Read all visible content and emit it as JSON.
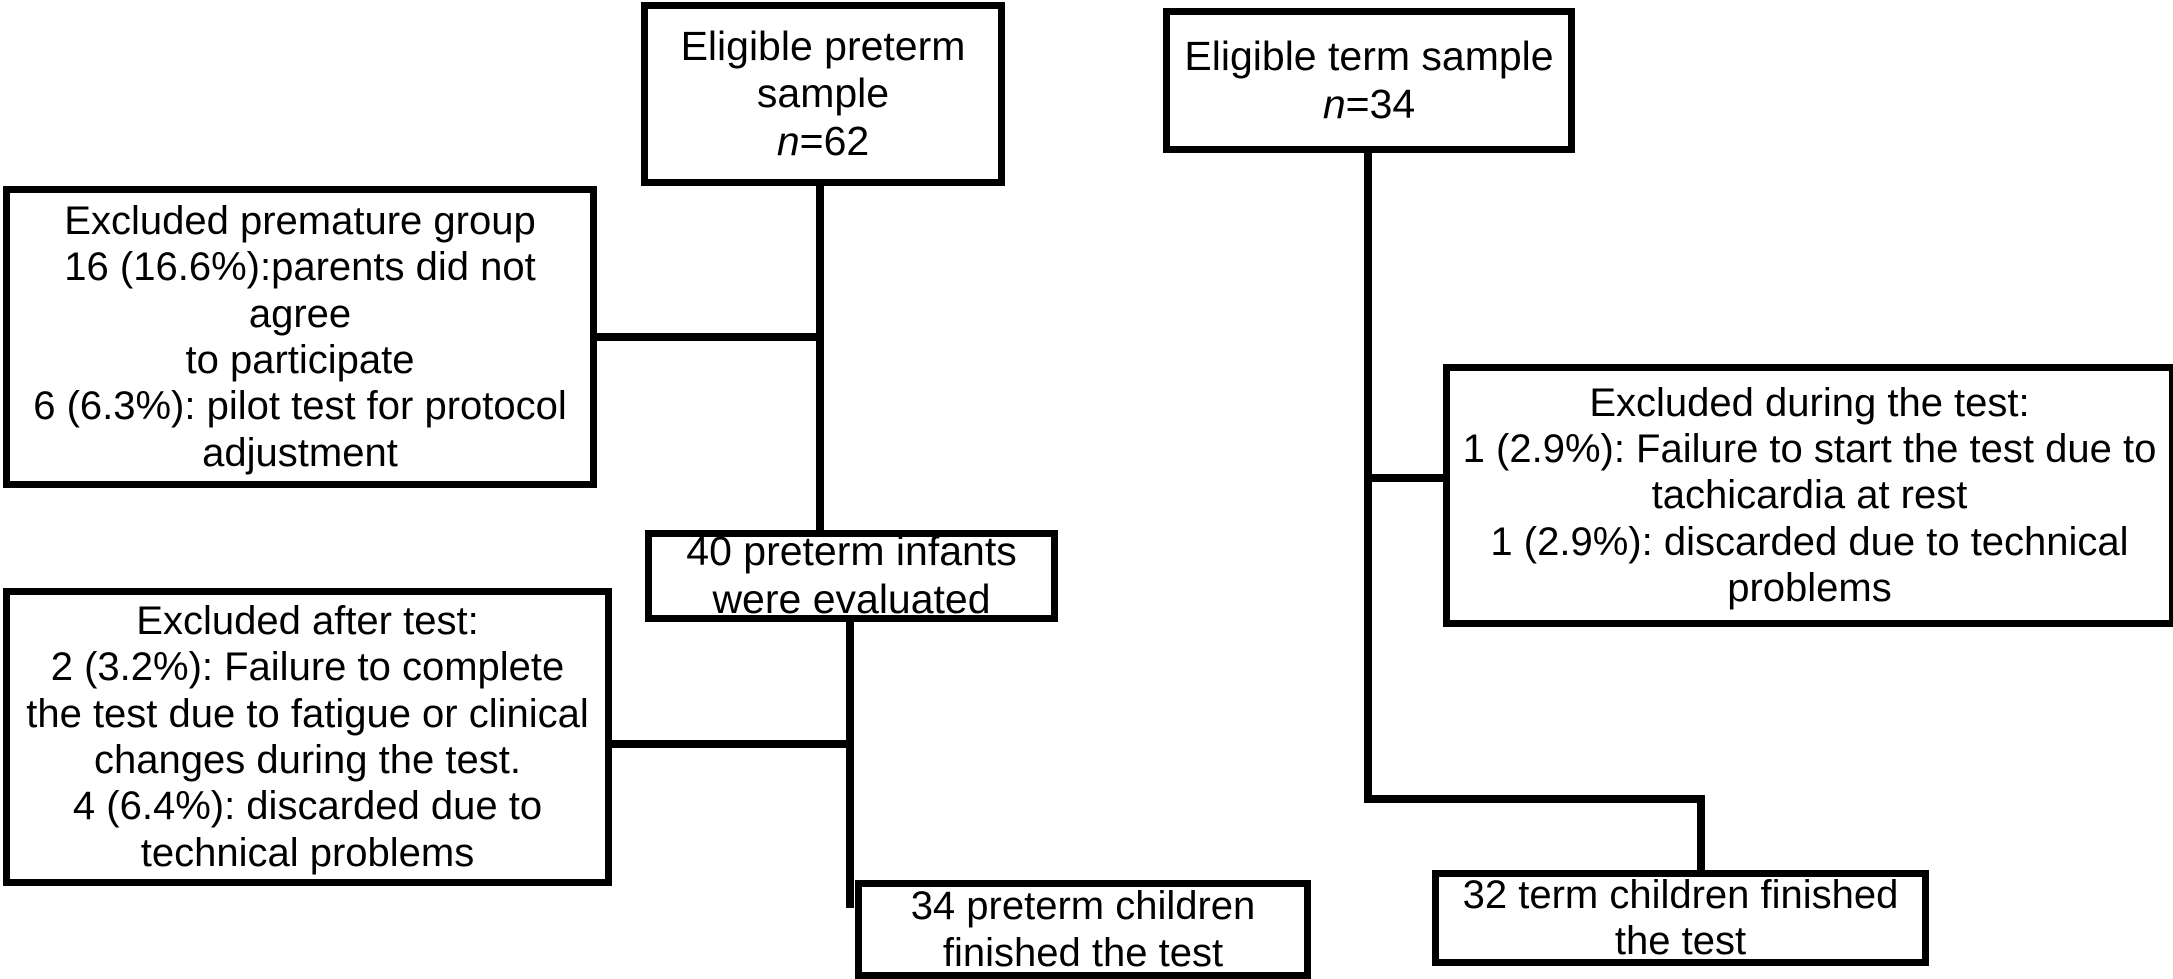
{
  "diagram": {
    "title": "Participant flow diagram",
    "type": "flowchart",
    "background_color": "#ffffff",
    "line_color": "#000000",
    "box_border_color": "#000000",
    "box_fill_color": "#ffffff"
  },
  "nodes": {
    "eligible_preterm": {
      "line1": "Eligible preterm",
      "line2": "sample",
      "n_prefix": "n",
      "n_value": "=62"
    },
    "eligible_term": {
      "line1": "Eligible term sample",
      "n_prefix": "n",
      "n_value": "=34"
    },
    "excluded_premature": {
      "text": "Excluded premature group\n16 (16.6%):parents did not agree\nto participate\n6 (6.3%): pilot test for protocol\nadjustment"
    },
    "evaluated_preterm": {
      "text": "40 preterm infants\nwere evaluated"
    },
    "excluded_after": {
      "text": "Excluded after test:\n2 (3.2%): Failure to complete\nthe test due to fatigue or clinical\nchanges during the test.\n4 (6.4%): discarded due to\ntechnical problems"
    },
    "excluded_during": {
      "text": "Excluded during the test:\n1 (2.9%): Failure to start the test due to\ntachicardia at rest\n1 (2.9%): discarded due to technical\nproblems"
    },
    "finished_preterm": {
      "text": "34 preterm children\nfinished the test"
    },
    "finished_term": {
      "text": "32 term children finished\nthe test"
    }
  },
  "chart_data": {
    "type": "flowchart",
    "title": "Participant flow diagram",
    "branches": [
      {
        "name": "preterm",
        "steps": [
          {
            "label": "Eligible preterm sample",
            "n": 62
          },
          {
            "label": "40 preterm infants were evaluated",
            "n": 40
          },
          {
            "label": "34 preterm children finished the test",
            "n": 34
          }
        ],
        "exclusions": [
          {
            "stage": "Excluded premature group",
            "reasons": [
              {
                "count": 16,
                "percent": 16.6,
                "reason": "parents did not agree to participate"
              },
              {
                "count": 6,
                "percent": 6.3,
                "reason": "pilot test for protocol adjustment"
              }
            ]
          },
          {
            "stage": "Excluded after test:",
            "reasons": [
              {
                "count": 2,
                "percent": 3.2,
                "reason": "Failure to complete the test due to fatigue or clinical changes during the test."
              },
              {
                "count": 4,
                "percent": 6.4,
                "reason": "discarded due to technical problems"
              }
            ]
          }
        ]
      },
      {
        "name": "term",
        "steps": [
          {
            "label": "Eligible term sample",
            "n": 34
          },
          {
            "label": "32 term children finished the test",
            "n": 32
          }
        ],
        "exclusions": [
          {
            "stage": "Excluded during the test:",
            "reasons": [
              {
                "count": 1,
                "percent": 2.9,
                "reason": "Failure to start the test due to tachicardia at rest"
              },
              {
                "count": 1,
                "percent": 2.9,
                "reason": "discarded due to technical problems"
              }
            ]
          }
        ]
      }
    ]
  }
}
